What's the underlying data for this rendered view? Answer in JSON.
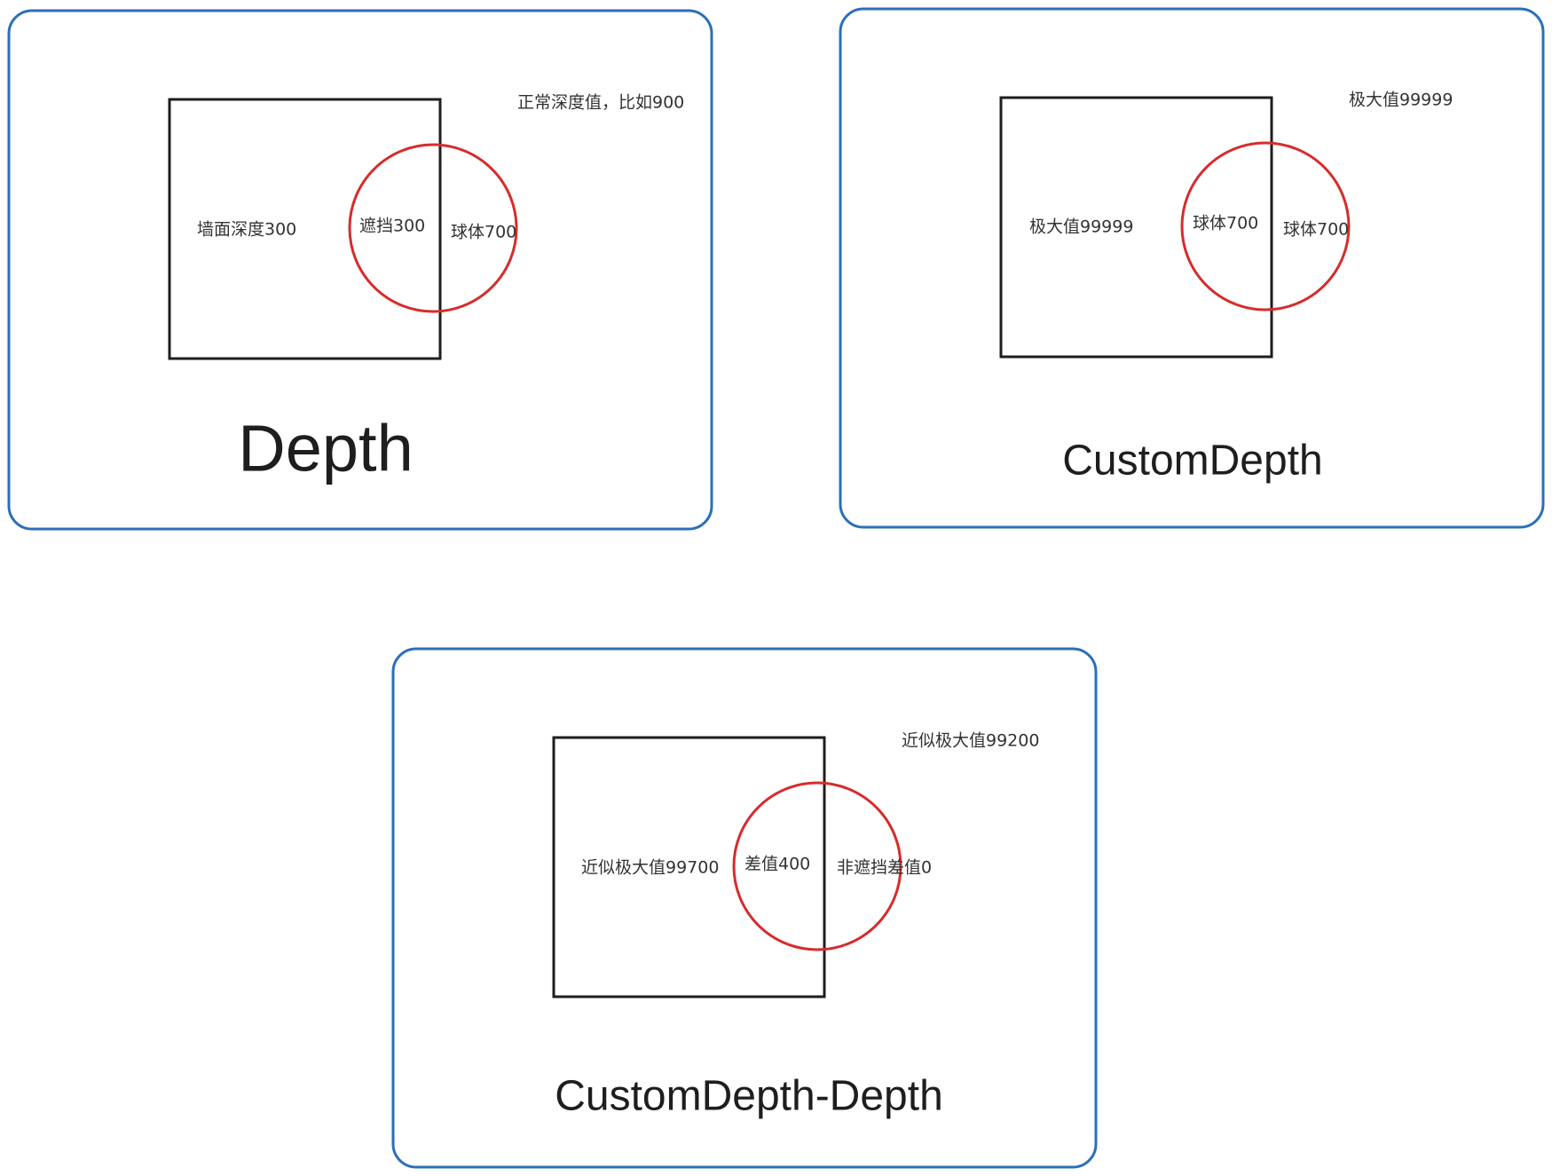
{
  "colors": {
    "panel_border": "#2b6fb8",
    "square_stroke": "#1e1e1e",
    "circle_stroke": "#d62c2c",
    "text": "#333333"
  },
  "panels": [
    {
      "id": "depth",
      "title": "Depth",
      "labels": {
        "background": "正常深度值，比如900",
        "wall": "墙面深度300",
        "overlap": "遮挡300",
        "sphere": "球体700"
      }
    },
    {
      "id": "custom-depth",
      "title": "CustomDepth",
      "labels": {
        "background": "极大值99999",
        "wall": "极大值99999",
        "overlap": "球体700",
        "sphere": "球体700"
      }
    },
    {
      "id": "custom-depth-minus-depth",
      "title": "CustomDepth-Depth",
      "labels": {
        "background": "近似极大值99200",
        "wall": "近似极大值99700",
        "overlap": "差值400",
        "sphere": "非遮挡差值0"
      }
    }
  ]
}
